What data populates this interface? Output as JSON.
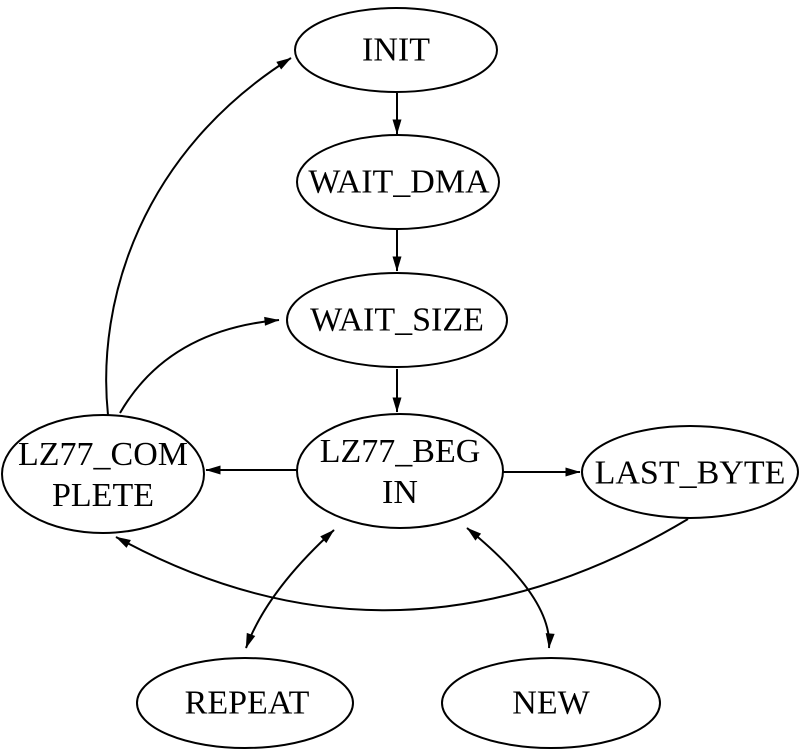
{
  "diagram": {
    "background_color": "#ffffff",
    "stroke_color": "#000000",
    "nodes": {
      "init": {
        "label": "INIT"
      },
      "wait_dma": {
        "label": "WAIT_DMA"
      },
      "wait_size": {
        "label": "WAIT_SIZE"
      },
      "lz77_begin": {
        "label": "LZ77_BEGIN",
        "line1": "LZ77_BEG",
        "line2": "IN"
      },
      "lz77_complete": {
        "label": "LZ77_COMPLETE",
        "line1": "LZ77_COM",
        "line2": "PLETE"
      },
      "last_byte": {
        "label": "LAST_BYTE"
      },
      "repeat": {
        "label": "REPEAT"
      },
      "new": {
        "label": "NEW"
      }
    },
    "edges": [
      {
        "from": "INIT",
        "to": "WAIT_DMA",
        "bidirectional": false
      },
      {
        "from": "WAIT_DMA",
        "to": "WAIT_SIZE",
        "bidirectional": false
      },
      {
        "from": "WAIT_SIZE",
        "to": "LZ77_BEGIN",
        "bidirectional": false
      },
      {
        "from": "LZ77_BEGIN",
        "to": "LZ77_COMPLETE",
        "bidirectional": false
      },
      {
        "from": "LZ77_BEGIN",
        "to": "LAST_BYTE",
        "bidirectional": false
      },
      {
        "from": "LZ77_COMPLETE",
        "to": "INIT",
        "bidirectional": false
      },
      {
        "from": "LZ77_COMPLETE",
        "to": "WAIT_SIZE",
        "bidirectional": false
      },
      {
        "from": "LAST_BYTE",
        "to": "LZ77_COMPLETE",
        "bidirectional": false
      },
      {
        "from": "LZ77_BEGIN",
        "to": "REPEAT",
        "bidirectional": true
      },
      {
        "from": "LZ77_BEGIN",
        "to": "NEW",
        "bidirectional": true
      }
    ]
  }
}
